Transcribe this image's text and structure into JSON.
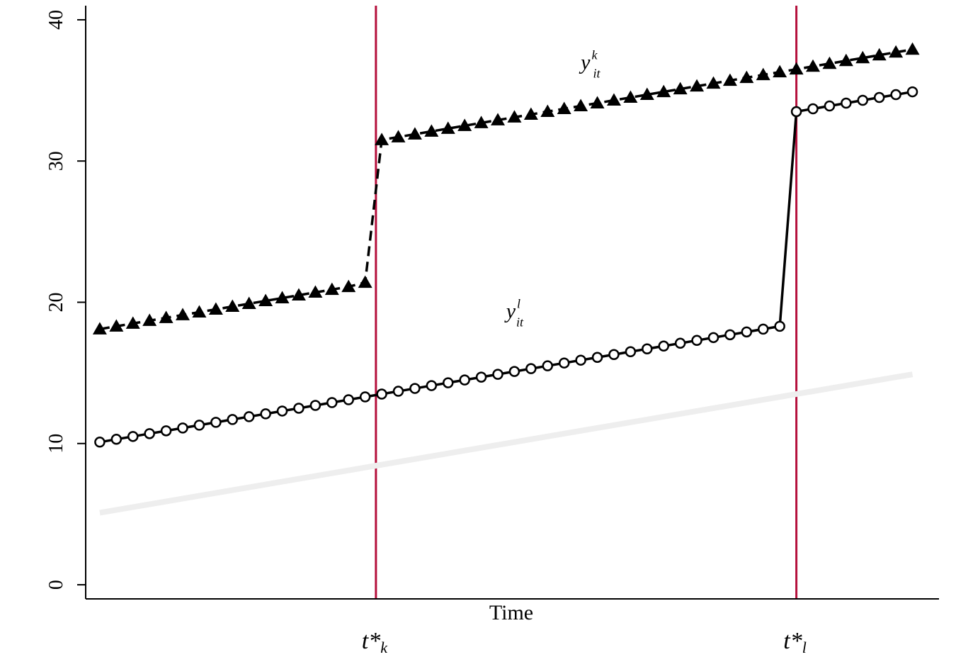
{
  "colors": {
    "background": "#ffffff",
    "axis": "#000000",
    "series_k": "#000000",
    "series_l": "#000000",
    "counterfactual": "#eeeeee",
    "treatment_line": "#b5103c"
  },
  "chart_data": {
    "type": "line",
    "xlabel": "Time",
    "ylabel": "",
    "ylim": [
      -1,
      41
    ],
    "y_ticks": [
      0,
      10,
      20,
      30,
      40
    ],
    "x": [
      1,
      2,
      3,
      4,
      5,
      6,
      7,
      8,
      9,
      10,
      11,
      12,
      13,
      14,
      15,
      16,
      17,
      18,
      19,
      20,
      21,
      22,
      23,
      24,
      25,
      26,
      27,
      28,
      29,
      30,
      31,
      32,
      33,
      34,
      35,
      36,
      37,
      38,
      39,
      40,
      41,
      42,
      43,
      44,
      45,
      46,
      47,
      48,
      49,
      50
    ],
    "xlim": [
      0.15,
      51.6
    ],
    "grid": false,
    "legend": "none",
    "series": [
      {
        "key": "k",
        "style": "dashed-triangles",
        "label_main": "y",
        "label_sup": "k",
        "label_sub": "it",
        "label_at": [
          30.0,
          36.5
        ],
        "values": [
          18.1,
          18.3,
          18.5,
          18.7,
          18.9,
          19.1,
          19.3,
          19.5,
          19.7,
          19.9,
          20.1,
          20.3,
          20.5,
          20.7,
          20.9,
          21.1,
          21.4,
          31.5,
          31.7,
          31.9,
          32.1,
          32.3,
          32.5,
          32.7,
          32.9,
          33.1,
          33.3,
          33.5,
          33.7,
          33.9,
          34.1,
          34.3,
          34.5,
          34.7,
          34.9,
          35.1,
          35.3,
          35.5,
          35.7,
          35.9,
          36.1,
          36.3,
          36.5,
          36.7,
          36.9,
          37.1,
          37.3,
          37.5,
          37.7,
          37.9
        ]
      },
      {
        "key": "l",
        "style": "solid-circles",
        "label_main": "y",
        "label_sup": "l",
        "label_sub": "it",
        "label_at": [
          25.5,
          18.9
        ],
        "values": [
          10.1,
          10.3,
          10.5,
          10.7,
          10.9,
          11.1,
          11.3,
          11.5,
          11.7,
          11.9,
          12.1,
          12.3,
          12.5,
          12.7,
          12.9,
          13.1,
          13.3,
          13.5,
          13.7,
          13.9,
          14.1,
          14.3,
          14.5,
          14.7,
          14.9,
          15.1,
          15.3,
          15.5,
          15.7,
          15.9,
          16.1,
          16.3,
          16.5,
          16.7,
          16.9,
          17.1,
          17.3,
          17.5,
          17.7,
          17.9,
          18.1,
          18.3,
          33.5,
          33.7,
          33.9,
          34.1,
          34.3,
          34.5,
          34.7,
          34.9
        ]
      },
      {
        "key": "baseline",
        "style": "thick-light",
        "points": [
          [
            1,
            5.1
          ],
          [
            50,
            14.9
          ]
        ]
      }
    ],
    "treatment_times": [
      {
        "x": 17.65,
        "main": "t*",
        "sub": "k"
      },
      {
        "x": 43.0,
        "main": "t*",
        "sub": "l"
      }
    ]
  }
}
